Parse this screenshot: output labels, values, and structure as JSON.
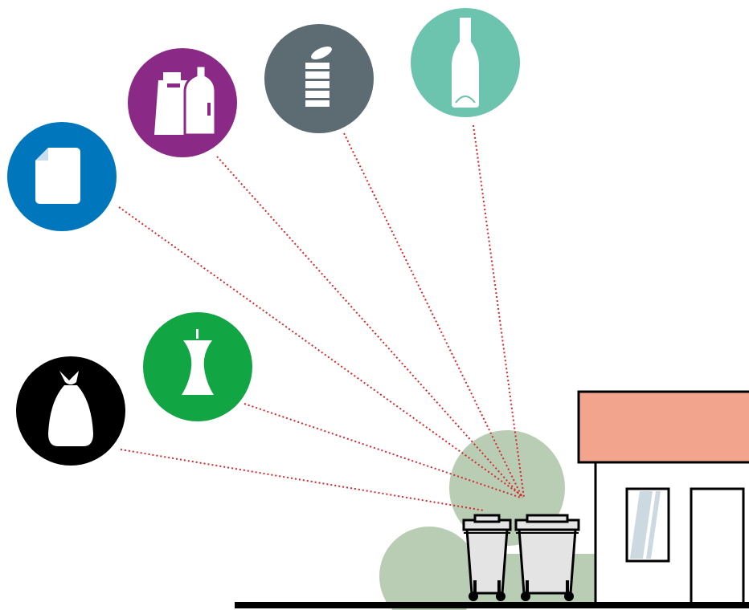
{
  "colors": {
    "paper": "#0077bd",
    "packaging": "#8b2a86",
    "metal": "#5d6b73",
    "glass": "#6cc3ae",
    "organic": "#12a544",
    "residual": "#000000",
    "connector": "#d8262d",
    "roof": "#f3a48d",
    "bush": "#b8cdb4",
    "bin": "#e4e4e4",
    "outline": "#000000"
  },
  "categories": [
    {
      "id": "paper",
      "icon": "paper-sheet-icon"
    },
    {
      "id": "packaging",
      "icon": "packaging-bag-bottle-icon"
    },
    {
      "id": "metal",
      "icon": "tin-can-icon"
    },
    {
      "id": "glass",
      "icon": "glass-bottle-icon"
    },
    {
      "id": "organic",
      "icon": "apple-core-icon"
    },
    {
      "id": "residual",
      "icon": "garbage-bag-icon"
    }
  ],
  "scene": {
    "bins": [
      "wheelie-bin-icon",
      "wheelie-bin-icon"
    ],
    "building": "house",
    "vegetation": "bush"
  }
}
